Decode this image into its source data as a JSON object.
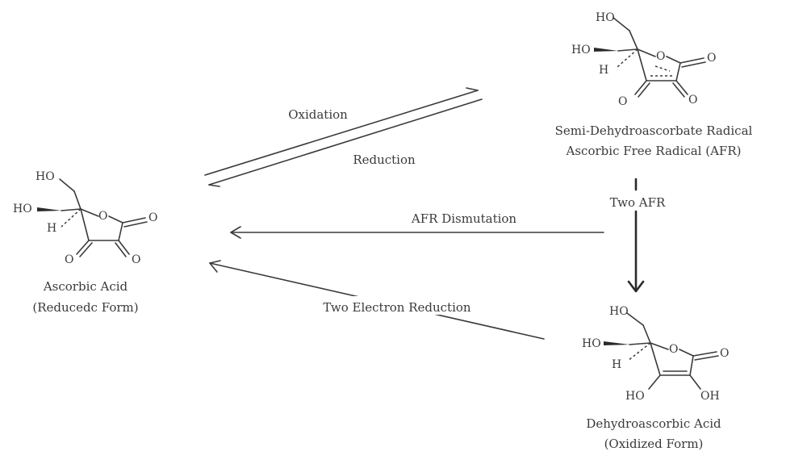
{
  "molecules": {
    "ascorbic_acid": {
      "atoms": {
        "ho_top": "HO",
        "ho_left": "HO",
        "h": "H",
        "o_ring": "O",
        "o_right": "O",
        "o_bottom_left": "O",
        "o_bottom_right": "O"
      },
      "caption_line1": "Ascorbic Acid",
      "caption_line2": "(Reducedc Form)"
    },
    "afr_radical": {
      "atoms": {
        "ho_top": "HO",
        "ho_left": "HO",
        "h": "H",
        "o_ring": "O",
        "o_right": "O",
        "o_bottom_left": "O",
        "o_bottom_right": "O"
      },
      "caption_line1": "Semi-Dehydroascorbate Radical",
      "caption_line2": "Ascorbic Free Radical (AFR)"
    },
    "dehydroascorbic_acid": {
      "atoms": {
        "ho_top": "HO",
        "ho_left": "HO",
        "h": "H",
        "o_ring": "O",
        "o_right": "O",
        "ho_bottom": "HO",
        "oh_bottom": "OH"
      },
      "caption_line1": "Dehydroascorbic Acid",
      "caption_line2": "(Oxidized Form)"
    }
  },
  "reactions": {
    "oxidation": "Oxidation",
    "reduction": "Reduction",
    "two_afr": "Two AFR",
    "afr_dismutation": "AFR Dismutation",
    "two_electron_reduction": "Two Electron Reduction"
  }
}
